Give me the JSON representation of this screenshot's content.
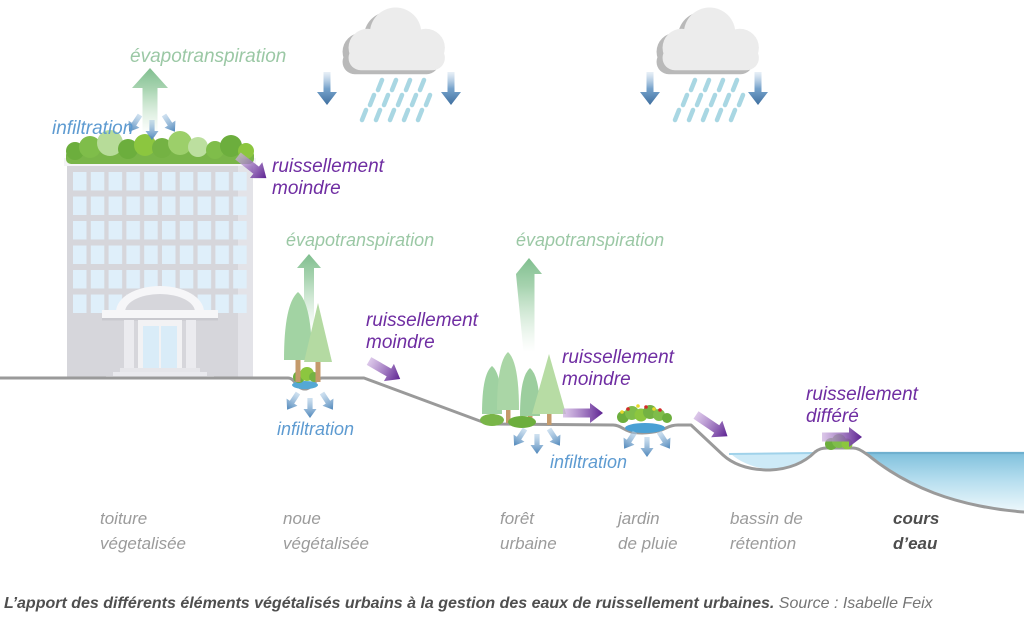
{
  "labels": {
    "evapotranspiration": "évapotranspiration",
    "infiltration": "infiltration",
    "runoff_less": {
      "line1": "ruissellement",
      "line2": "moindre"
    },
    "runoff_deferred": {
      "line1": "ruissellement",
      "line2": "différé"
    }
  },
  "ground_labels": [
    {
      "id": "toiture-vegetalisee",
      "line1": "toiture",
      "line2": "végetalisée"
    },
    {
      "id": "noue-vegetalisee",
      "line1": "noue",
      "line2": "végétalisée"
    },
    {
      "id": "foret-urbaine",
      "line1": "forêt",
      "line2": "urbaine"
    },
    {
      "id": "jardin-de-pluie",
      "line1": "jardin",
      "line2": "de pluie"
    },
    {
      "id": "bassin-de-retention",
      "line1": "bassin de",
      "line2": "rétention"
    },
    {
      "id": "cours-d-eau",
      "line1": "cours",
      "line2": "d’eau"
    }
  ],
  "caption": {
    "title": "L’apport des différents éléments végétalisés urbains à la gestion des eaux de ruissellement urbaines.",
    "source": "Source : Isabelle Feix"
  },
  "colors": {
    "evapotranspiration_text": "#9bc8a5",
    "infiltration_text": "#5e9bd1",
    "runoff_text": "#6f2da2",
    "ground_label_text": "#9b9b9b",
    "cours_eau_text": "#4d4d4d",
    "caption_title_text": "#4f4f4f",
    "caption_source_text": "#757575",
    "ground_line": "#9a9a9a",
    "cloud_fill": "#ececec",
    "cloud_shadow": "#b9b9b9",
    "rain": "#a9d7e3",
    "rain_arrow": "#3e6e9e",
    "evapo_arrow": "#7fbe8e",
    "purple_arrow": "#5c2191",
    "water_light": "#cdeaf7",
    "water_stream_top": "#7fc0dc",
    "tree_green": "#a2d3a3",
    "roof_green": "#79b548",
    "trunk": "#c49a6b"
  }
}
